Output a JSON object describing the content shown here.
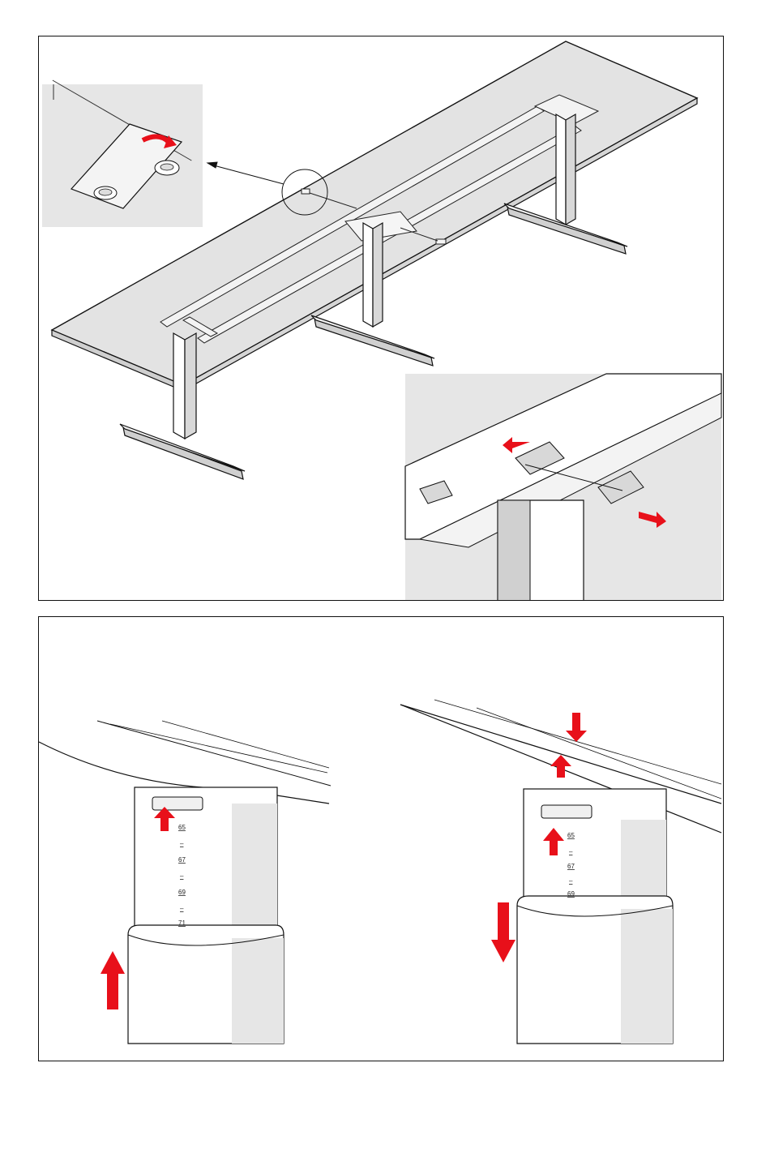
{
  "colors": {
    "arrow": "#e8101a",
    "line": "#111111",
    "shade": "#e6e6e6",
    "paper": "#ffffff"
  },
  "bottom_panel": {
    "left_scale": [
      "65",
      "–",
      "67",
      "–",
      "69",
      "–",
      "71"
    ],
    "right_scale": [
      "65",
      "–",
      "67",
      "–",
      "69"
    ]
  }
}
